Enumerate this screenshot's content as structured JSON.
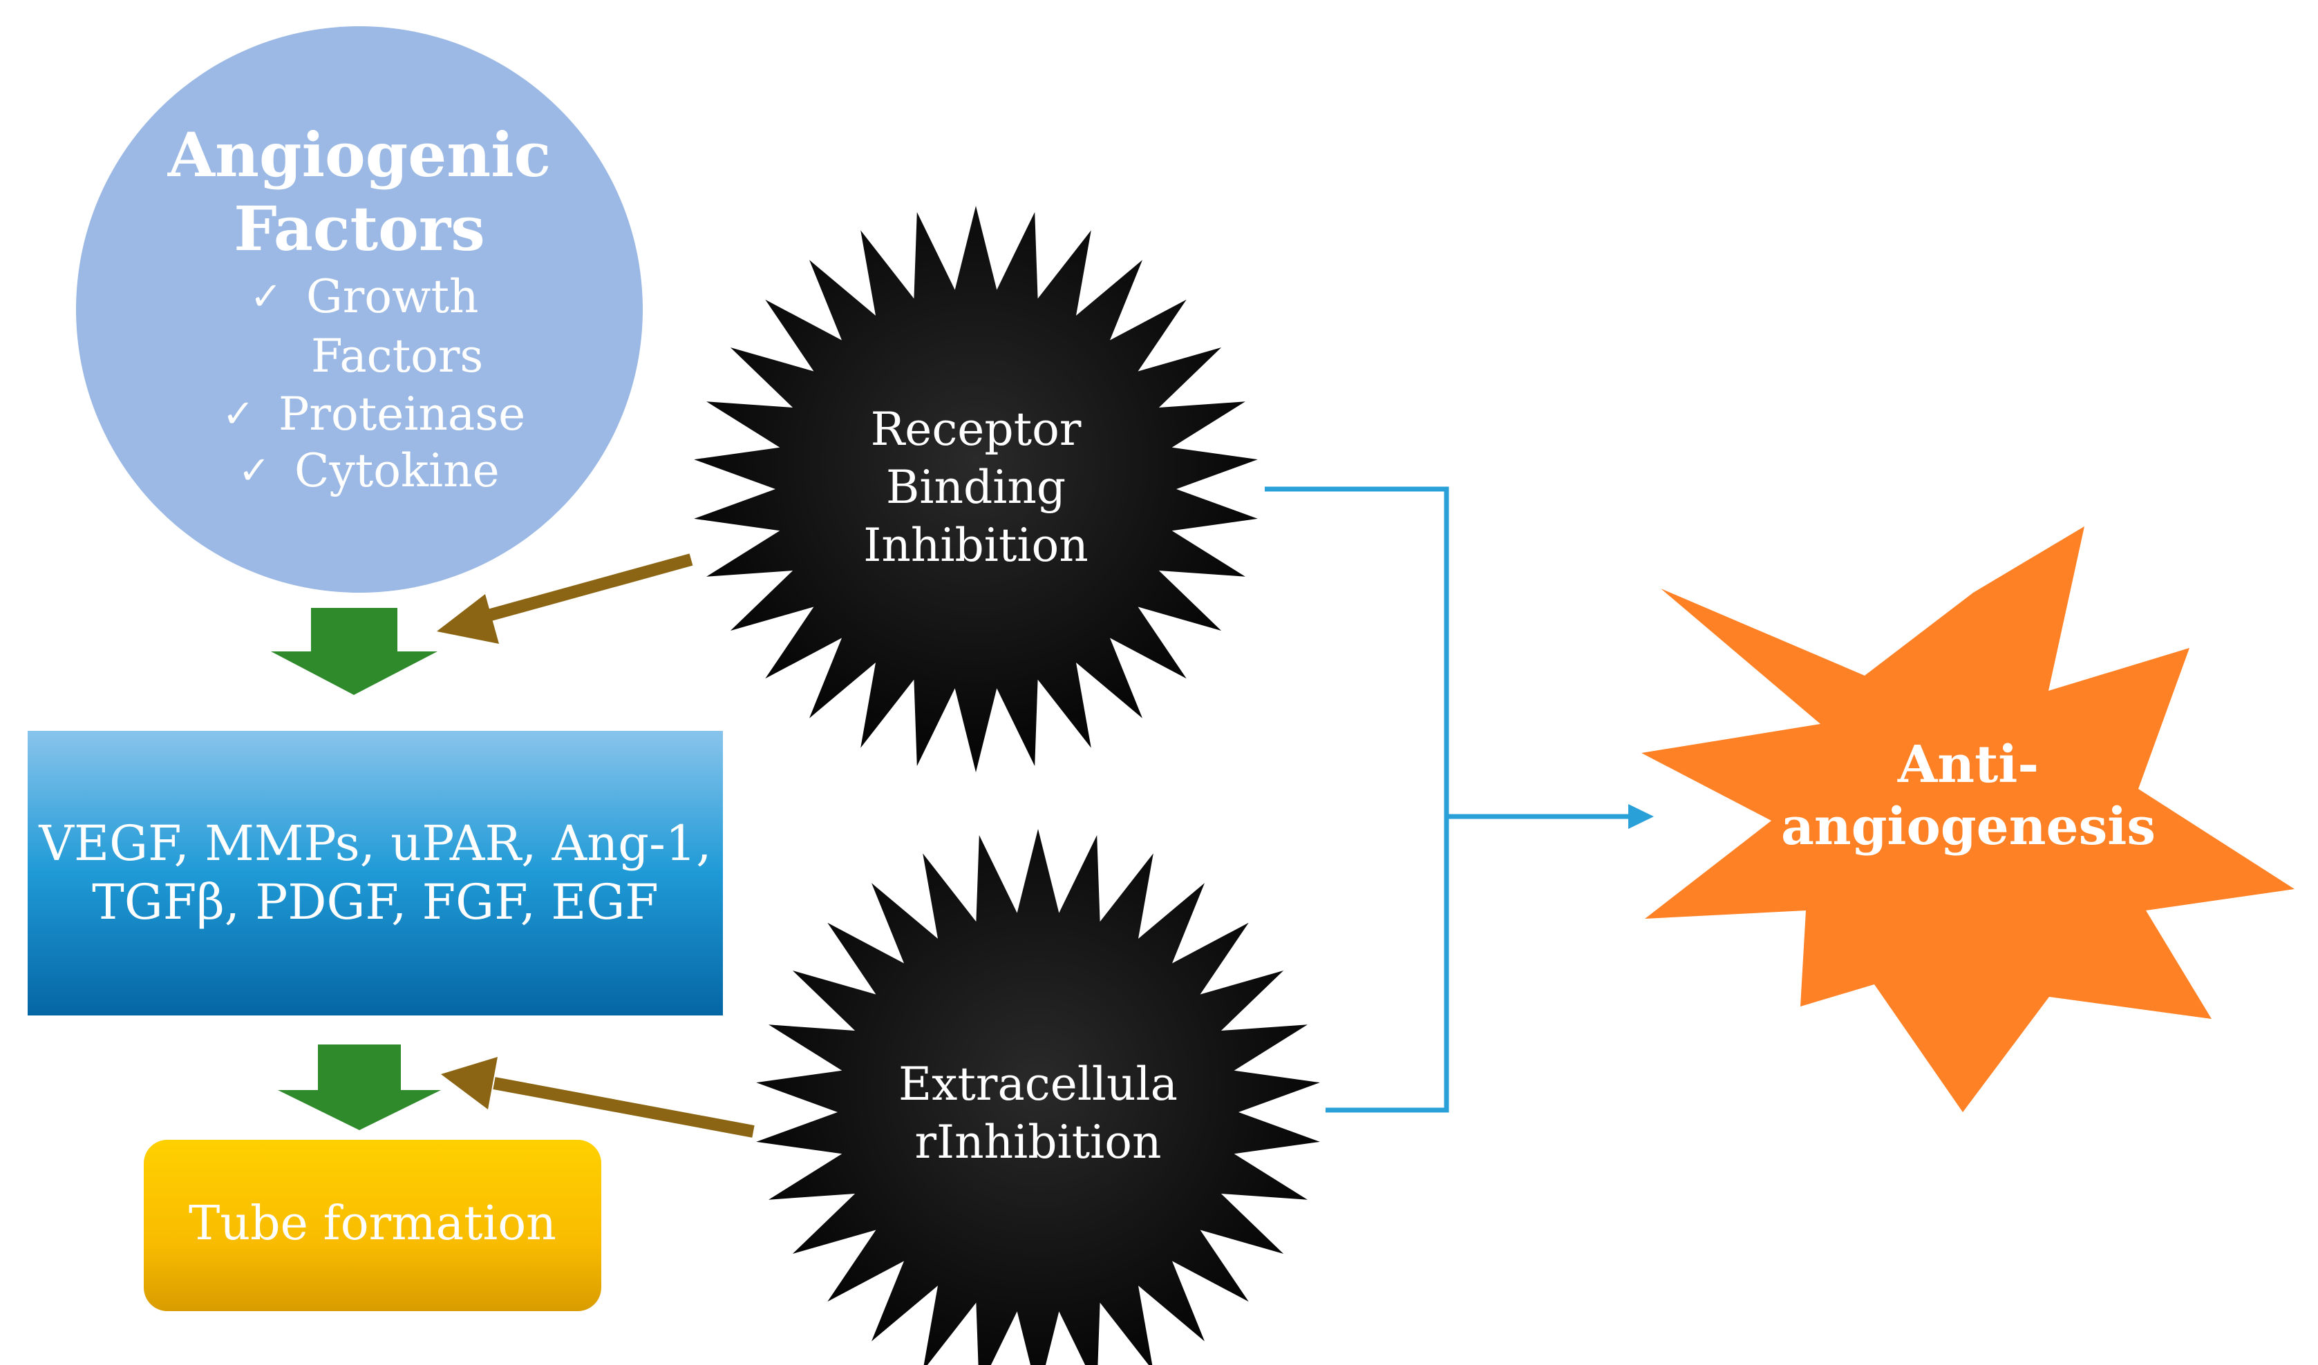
{
  "angiogenic_factors": {
    "title_line1": "Angiogenic",
    "title_line2": "Factors",
    "items": [
      {
        "check": "✓",
        "line1": "Growth",
        "line2": "Factors"
      },
      {
        "check": "✓",
        "line1": "Proteinase"
      },
      {
        "check": "✓",
        "line1": "Cytokine"
      }
    ]
  },
  "mediators": {
    "line1": "VEGF, MMPs, uPAR, Ang-1,",
    "line2": "TGFβ, PDGF, FGF, EGF"
  },
  "tube_formation": {
    "label": "Tube formation"
  },
  "receptor_binding_inhibition": {
    "line1": "Receptor",
    "line2": "Binding",
    "line3": "Inhibition"
  },
  "extracellular_inhibition": {
    "line1": "Extracellula",
    "line2": "rInhibition"
  },
  "anti_angiogenesis": {
    "line1": "Anti-",
    "line2": "angiogenesis"
  },
  "colors": {
    "circle": "#9bb9e4",
    "green_arrow": "#2f8a2c",
    "brown_arrow": "#8b6513",
    "connector": "#2aa0d8",
    "black_star": "#000000",
    "orange_star": "#ff8126",
    "box_top": "#88c4ec",
    "box_mid": "#1f9ad6",
    "box_bottom": "#0566a4",
    "tube_top": "#ffd000",
    "tube_bottom": "#d89c00"
  }
}
